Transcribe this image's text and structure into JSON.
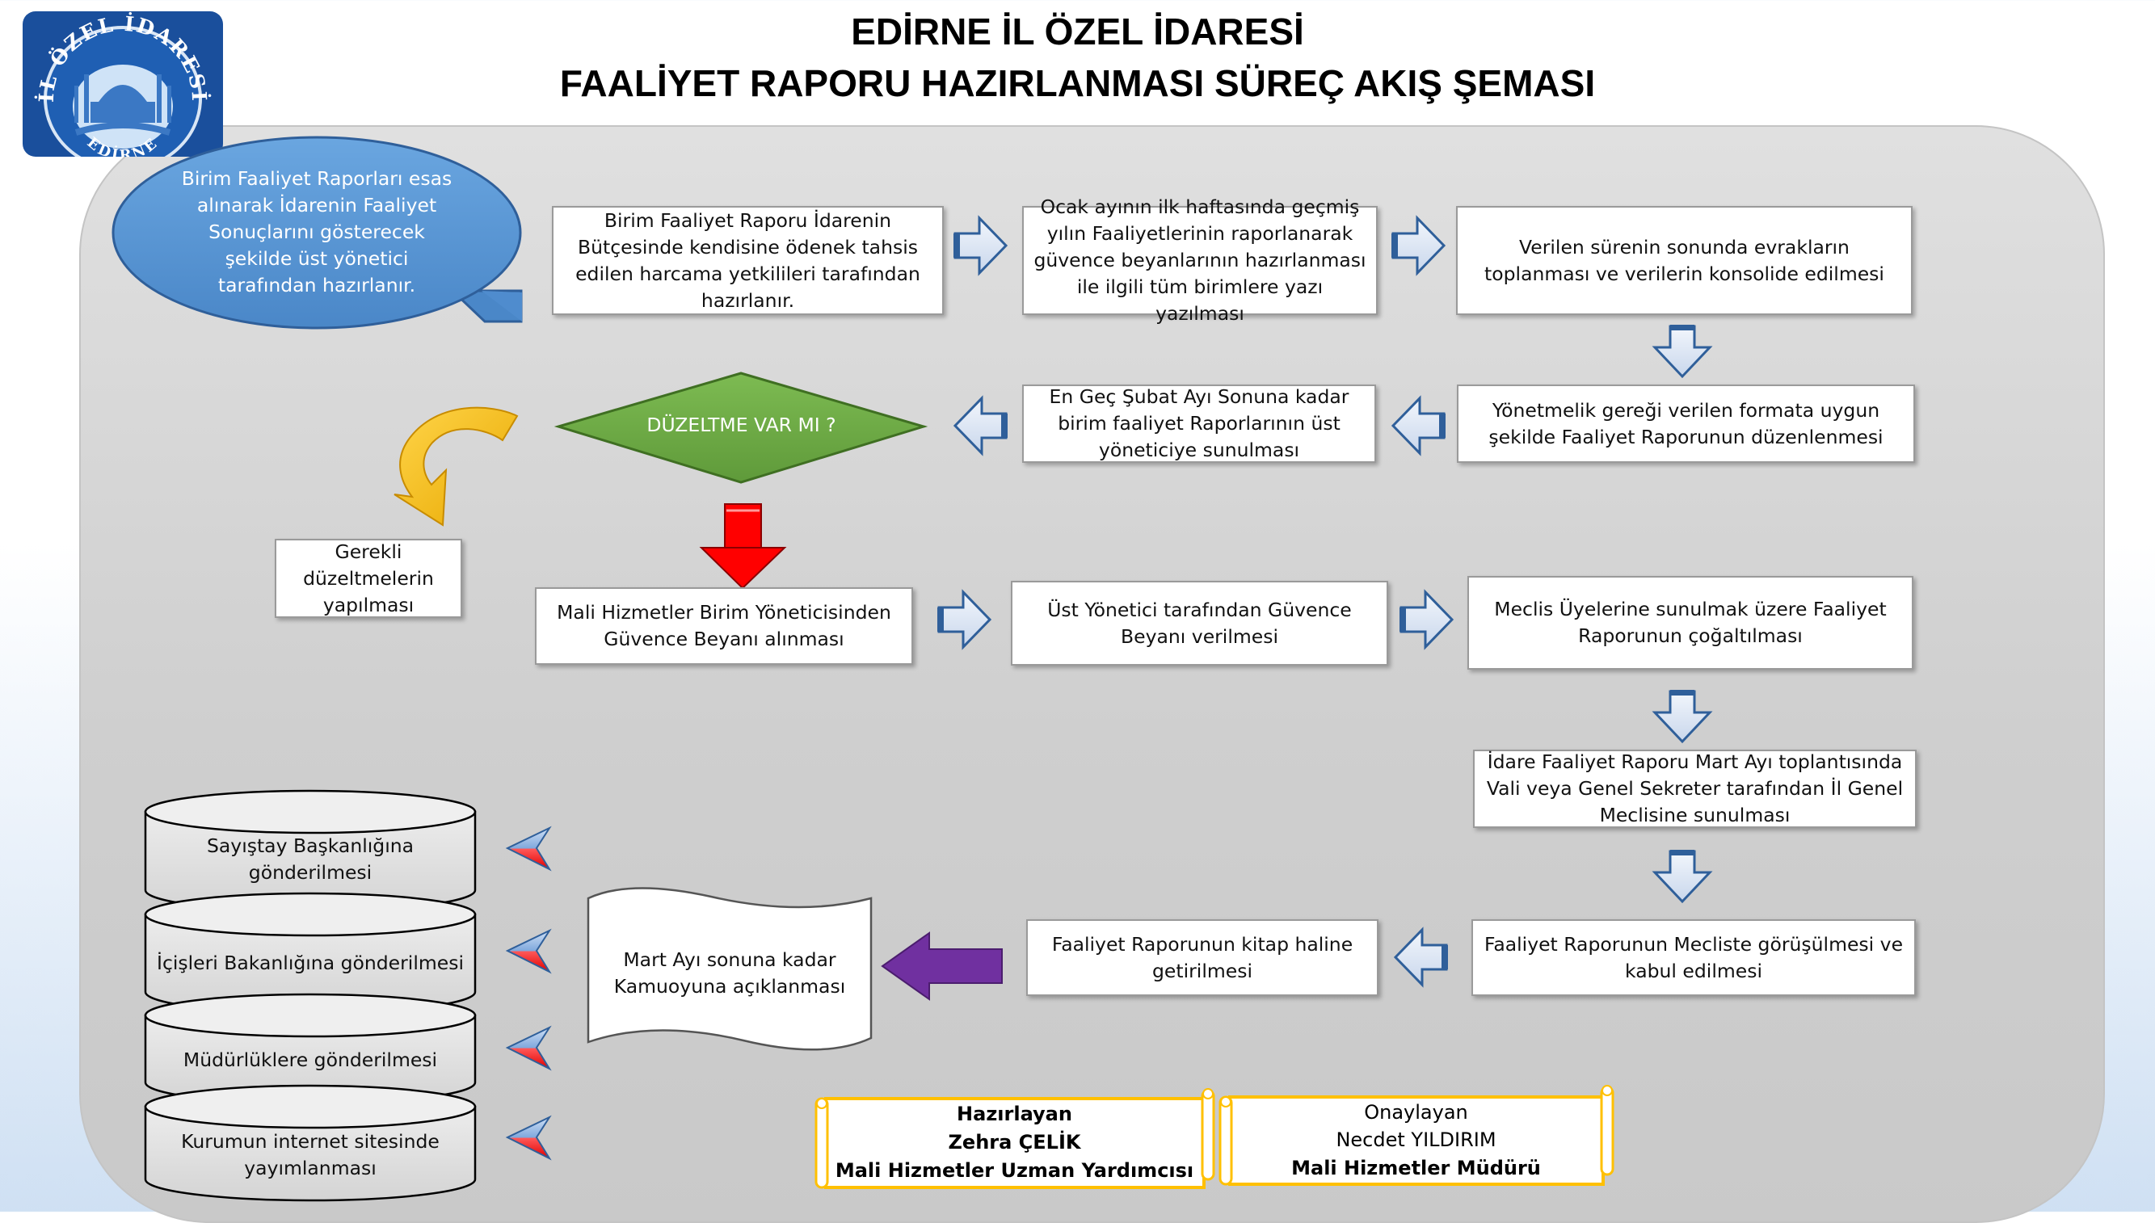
{
  "header": {
    "title_line1": "EDİRNE İL ÖZEL İDARESİ",
    "title_line2": "FAALİYET RAPORU  HAZIRLANMASI SÜREÇ AKIŞ ŞEMASI"
  },
  "logo": {
    "text_top": "İL ÖZEL İDARESİ",
    "text_bottom": "EDİRNE"
  },
  "callout": {
    "text": "Birim Faaliyet  Raporları esas  alınarak İdarenin Faaliyet Sonuçlarını gösterecek  şekilde  üst yönetici tarafından hazırlanır."
  },
  "steps": {
    "s1": "Birim Faaliyet Raporu  İdarenin Bütçesinde  kendisine ödenek tahsis edilen harcama yetkilileri tarafından hazırlanır.",
    "s2": "Ocak ayının ilk haftasında geçmiş yılın Faaliyetlerinin raporlanarak güvence beyanlarının hazırlanması ile ilgili tüm birimlere yazı yazılması",
    "s3": "Verilen sürenin sonunda evrakların toplanması ve verilerin konsolide  edilmesi",
    "s4": "Yönetmelik gereği verilen formata uygun şekilde  Faaliyet Raporunun düzenlenmesi",
    "s5": "En Geç Şubat Ayı Sonuna kadar birim faaliyet Raporlarının üst yöneticiye sunulması",
    "decision": "DÜZELTME VAR MI ?",
    "correction": "Gerekli düzeltmelerin yapılması",
    "s6": "Mali Hizmetler Birim Yöneticisinden Güvence Beyanı alınması",
    "s7": "Üst Yönetici tarafından Güvence Beyanı verilmesi",
    "s8": "Meclis  Üyelerine  sunulmak üzere Faaliyet Raporunun  çoğaltılması",
    "s9": "İdare Faaliyet Raporu Mart Ayı toplantısında Vali veya Genel Sekreter  tarafından İl  Genel Meclisine  sunulması",
    "s10": "Faaliyet Raporunun Mecliste görüşülmesi ve kabul edilmesi",
    "s11": "Faaliyet Raporunun  kitap haline getirilmesi",
    "s12": "Mart  Ayı sonuna kadar Kamuoyuna açıklanması"
  },
  "destinations": [
    "Sayıştay Başkanlığına gönderilmesi",
    "İçişleri Bakanlığına  gönderilmesi",
    "Müdürlüklere gönderilmesi",
    "Kurumun  internet sitesinde yayımlanması"
  ],
  "signatures": {
    "prepared": {
      "role": "Hazırlayan",
      "name": "Zehra ÇELİK",
      "title": "Mali Hizmetler Uzman Yardımcısı"
    },
    "approved": {
      "role": "Onaylayan",
      "name": "Necdet YILDIRIM",
      "title": "Mali Hizmetler Müdürü"
    }
  },
  "colors": {
    "callout_fill": "#5b9bd5",
    "decision_fill": "#70ad47",
    "arrow_red": "#ff0000",
    "arrow_purple": "#7030a0",
    "arrow_yellow": "#ffc000",
    "arrow_blue_light": "#dae3f3",
    "scroll_border": "#ffc000"
  }
}
